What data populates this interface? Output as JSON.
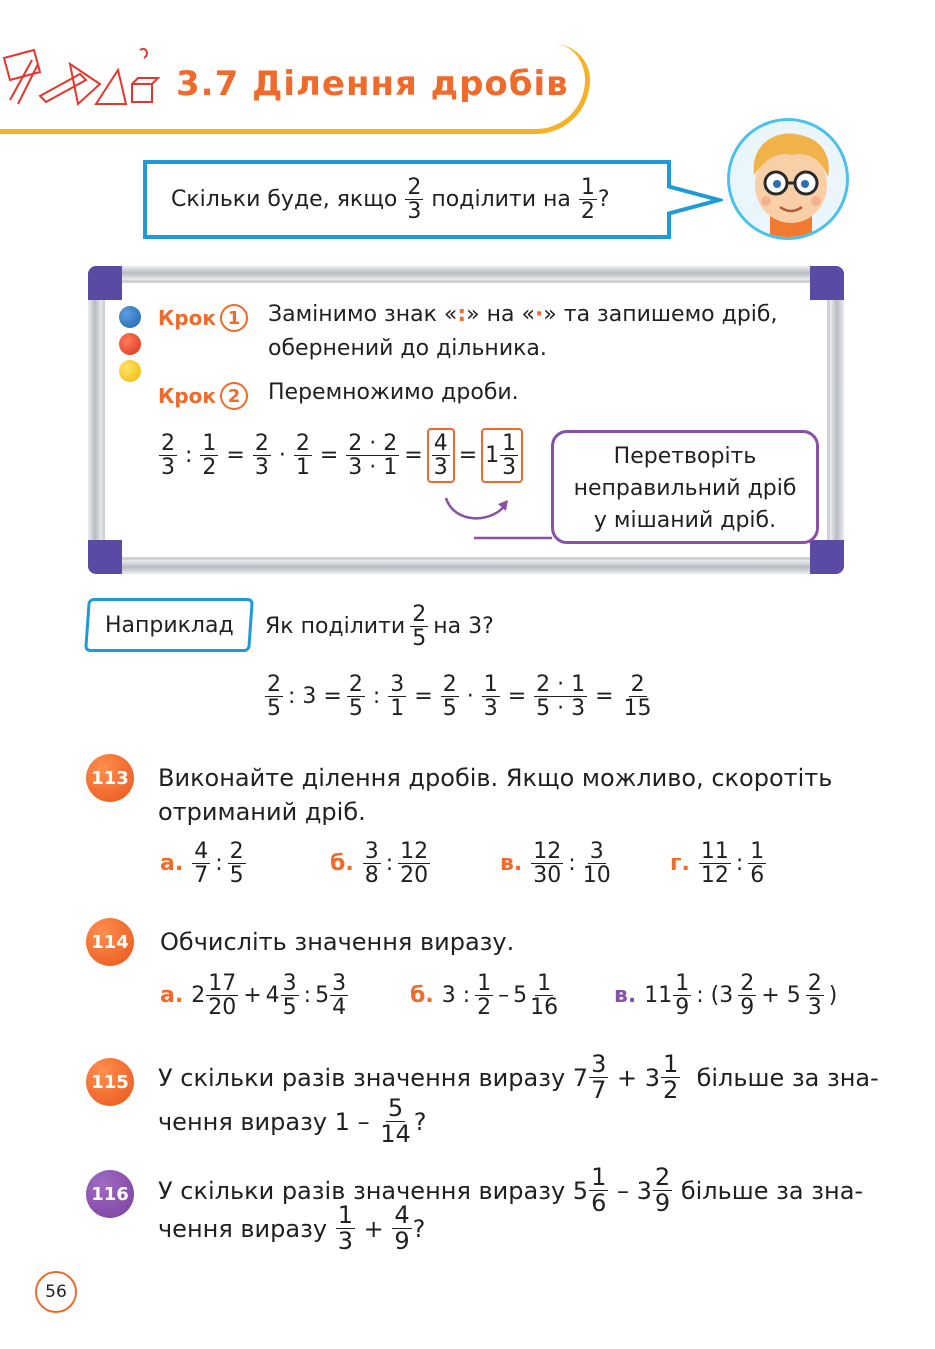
{
  "header": {
    "title": "3.7 Ділення дробів"
  },
  "bubble": {
    "text_before": "Скільки буде, якщо",
    "frac1_n": "2",
    "frac1_d": "3",
    "text_mid": "поділити на",
    "frac2_n": "1",
    "frac2_d": "2",
    "text_end": "?"
  },
  "steps": {
    "step_word": "Крок",
    "step1_num": "1",
    "step1_line1_a": "Замінимо знак «",
    "step1_colon": ":",
    "step1_line1_b": "» на «",
    "step1_dot": "·",
    "step1_line1_c": "» та запишемо дріб,",
    "step1_line2": "обернений до дільника.",
    "step2_num": "2",
    "step2_text": "Перемножимо дроби."
  },
  "main_eq": {
    "f1n": "2",
    "f1d": "3",
    "op1": ":",
    "f2n": "1",
    "f2d": "2",
    "eq": "=",
    "f3n": "2",
    "f3d": "3",
    "dot": "·",
    "f4n": "2",
    "f4d": "1",
    "f5n": "2 · 2",
    "f5d": "3 · 1",
    "f6n": "4",
    "f6d": "3",
    "whole": "1",
    "f7n": "1",
    "f7d": "3"
  },
  "note": {
    "line1": "Перетворіть",
    "line2": "неправильний дріб",
    "line3": "у мішаний дріб."
  },
  "example": {
    "tag": "Наприклад",
    "q_before": "Як поділити",
    "q_n": "2",
    "q_d": "5",
    "q_after": "на 3?",
    "e1n": "2",
    "e1d": "5",
    "e_div3": ": 3 =",
    "e2n": "2",
    "e2d": "5",
    "colon": ":",
    "e3n": "3",
    "e3d": "1",
    "e4n": "2",
    "e4d": "5",
    "dot": "·",
    "e5n": "1",
    "e5d": "3",
    "e6n": "2 · 1",
    "e6d": "5 · 3",
    "e7n": "2",
    "e7d": "15",
    "eq": "="
  },
  "ex113": {
    "num": "113",
    "line1": "Виконайте ділення дробів. Якщо можливо, скоротіть",
    "line2": "отриманий дріб.",
    "a_lbl": "а.",
    "a1n": "4",
    "a1d": "7",
    "a2n": "2",
    "a2d": "5",
    "b_lbl": "б.",
    "b1n": "3",
    "b1d": "8",
    "b2n": "12",
    "b2d": "20",
    "c_lbl": "в.",
    "c1n": "12",
    "c1d": "30",
    "c2n": "3",
    "c2d": "10",
    "d_lbl": "г.",
    "d1n": "11",
    "d1d": "12",
    "d2n": "1",
    "d2d": "6",
    "colon": ":"
  },
  "ex114": {
    "num": "114",
    "text": "Обчисліть значення виразу.",
    "a_lbl": "а.",
    "a_w1": "2",
    "a_1n": "17",
    "a_1d": "20",
    "plus": "+",
    "a_w2": "4",
    "a_2n": "3",
    "a_2d": "5",
    "colon": ":",
    "a_w3": "5",
    "a_3n": "3",
    "a_3d": "4",
    "b_lbl": "б.",
    "b_3": "3 :",
    "b_1n": "1",
    "b_1d": "2",
    "minus": "–",
    "b_w": "5",
    "b_2n": "1",
    "b_2d": "16",
    "c_lbl": "в.",
    "c_w1": "11",
    "c_1n": "1",
    "c_1d": "9",
    "c_open": ": (3",
    "c_2n": "2",
    "c_2d": "9",
    "c_plus": "+ 5",
    "c_3n": "2",
    "c_3d": "3",
    "c_close": ")"
  },
  "ex115": {
    "num": "115",
    "l1_a": "У скільки разів значення виразу 7",
    "l1_n1": "3",
    "l1_d1": "7",
    "l1_b": "+ 3",
    "l1_n2": "1",
    "l1_d2": "2",
    "l1_c": "більше за зна-",
    "l2_a": "чення виразу 1 –",
    "l2_n": "5",
    "l2_d": "14",
    "l2_q": "?"
  },
  "ex116": {
    "num": "116",
    "l1_a": "У скільки разів значення виразу 5",
    "l1_n1": "1",
    "l1_d1": "6",
    "l1_b": "– 3",
    "l1_n2": "2",
    "l1_d2": "9",
    "l1_c": "більше за зна-",
    "l2_a": "чення виразу",
    "l2_n1": "1",
    "l2_d1": "3",
    "l2_plus": "+",
    "l2_n2": "4",
    "l2_d2": "9",
    "l2_q": "?"
  },
  "page": {
    "number": "56"
  },
  "colors": {
    "orange": "#ef6a2b",
    "blue": "#1f9ad6",
    "purple": "#8a4fa6",
    "yellow": "#f5b227"
  }
}
